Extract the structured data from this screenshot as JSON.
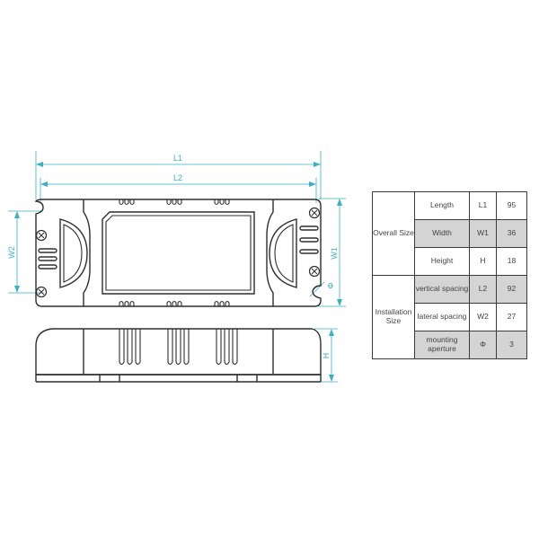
{
  "dimensions": {
    "L1": "L1",
    "L2": "L2",
    "W1": "W1",
    "W2": "W2",
    "H": "H",
    "phi": "Φ"
  },
  "colors": {
    "outline": "#2e2e2e",
    "dimension": "#3ab0c8",
    "shade": "#d4d4d4"
  },
  "table": {
    "groups": [
      {
        "label": "Overall Size",
        "rows": [
          {
            "item": "Length",
            "symbol": "L1",
            "value": "95",
            "shaded": false
          },
          {
            "item": "Width",
            "symbol": "W1",
            "value": "36",
            "shaded": true
          },
          {
            "item": "Height",
            "symbol": "H",
            "value": "18",
            "shaded": false
          }
        ]
      },
      {
        "label": "Installation Size",
        "rows": [
          {
            "item": "vertical spacing",
            "symbol": "L2",
            "value": "92",
            "shaded": true
          },
          {
            "item": "lateral spacing",
            "symbol": "W2",
            "value": "27",
            "shaded": false
          },
          {
            "item": "mounting aperture",
            "symbol": "Φ",
            "value": "3",
            "shaded": true
          }
        ]
      }
    ]
  }
}
